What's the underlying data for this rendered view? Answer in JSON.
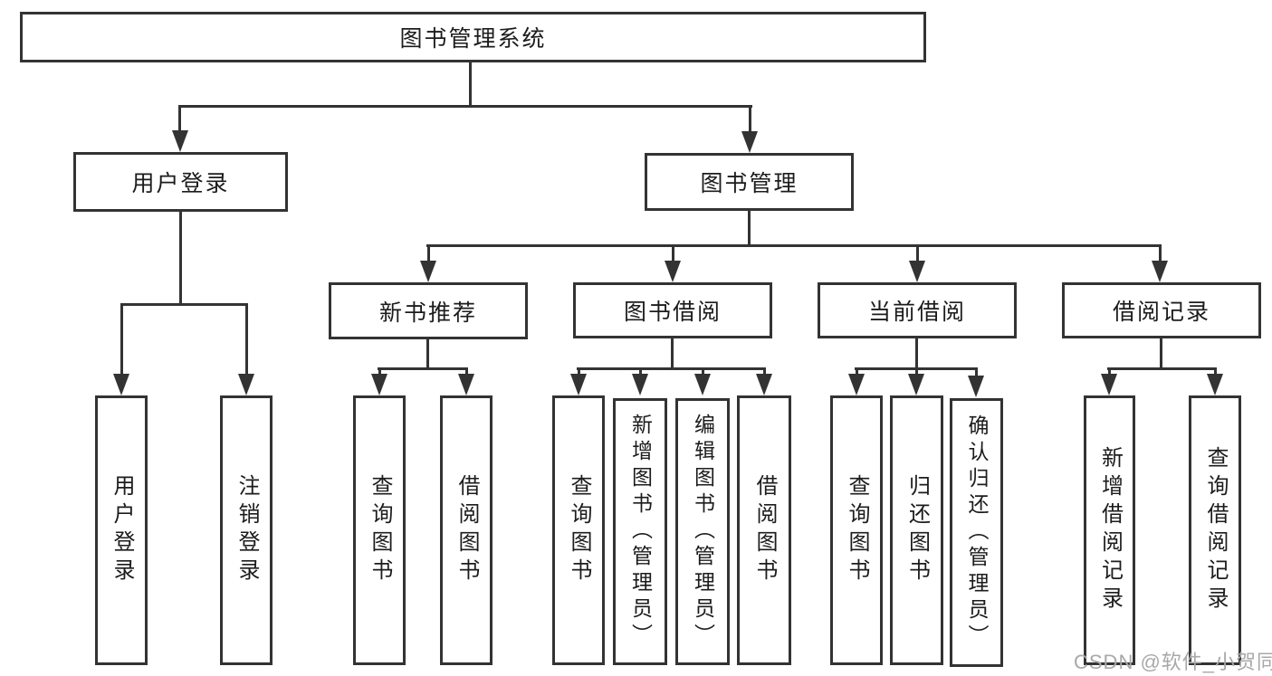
{
  "tree": {
    "root": {
      "label": "图书管理系统"
    },
    "user_login": {
      "label": "用户登录",
      "children": [
        {
          "label": "用户登录"
        },
        {
          "label": "注销登录"
        }
      ]
    },
    "book_mgmt": {
      "label": "图书管理",
      "sections": {
        "new_book": {
          "label": "新书推荐",
          "children": [
            {
              "label": "查询图书"
            },
            {
              "label": "借阅图书"
            }
          ]
        },
        "book_borrow": {
          "label": "图书借阅",
          "children": [
            {
              "label": "查询图书"
            },
            {
              "label": "新增图书（管理员）"
            },
            {
              "label": "编辑图书（管理员）"
            },
            {
              "label": "借阅图书"
            }
          ]
        },
        "current_borrow": {
          "label": "当前借阅",
          "children": [
            {
              "label": "查询图书"
            },
            {
              "label": "归还图书"
            },
            {
              "label": "确认归还（管理员）"
            }
          ]
        },
        "borrow_record": {
          "label": "借阅记录",
          "children": [
            {
              "label": "新增借阅记录"
            },
            {
              "label": "查询借阅记录"
            }
          ]
        }
      }
    }
  },
  "watermark": {
    "text": "CSDN @软件_小贺同学"
  },
  "colors": {
    "line": "#333333",
    "text": "#1c1c1c",
    "watermark": "#a8a8a8",
    "background": "#ffffff"
  }
}
